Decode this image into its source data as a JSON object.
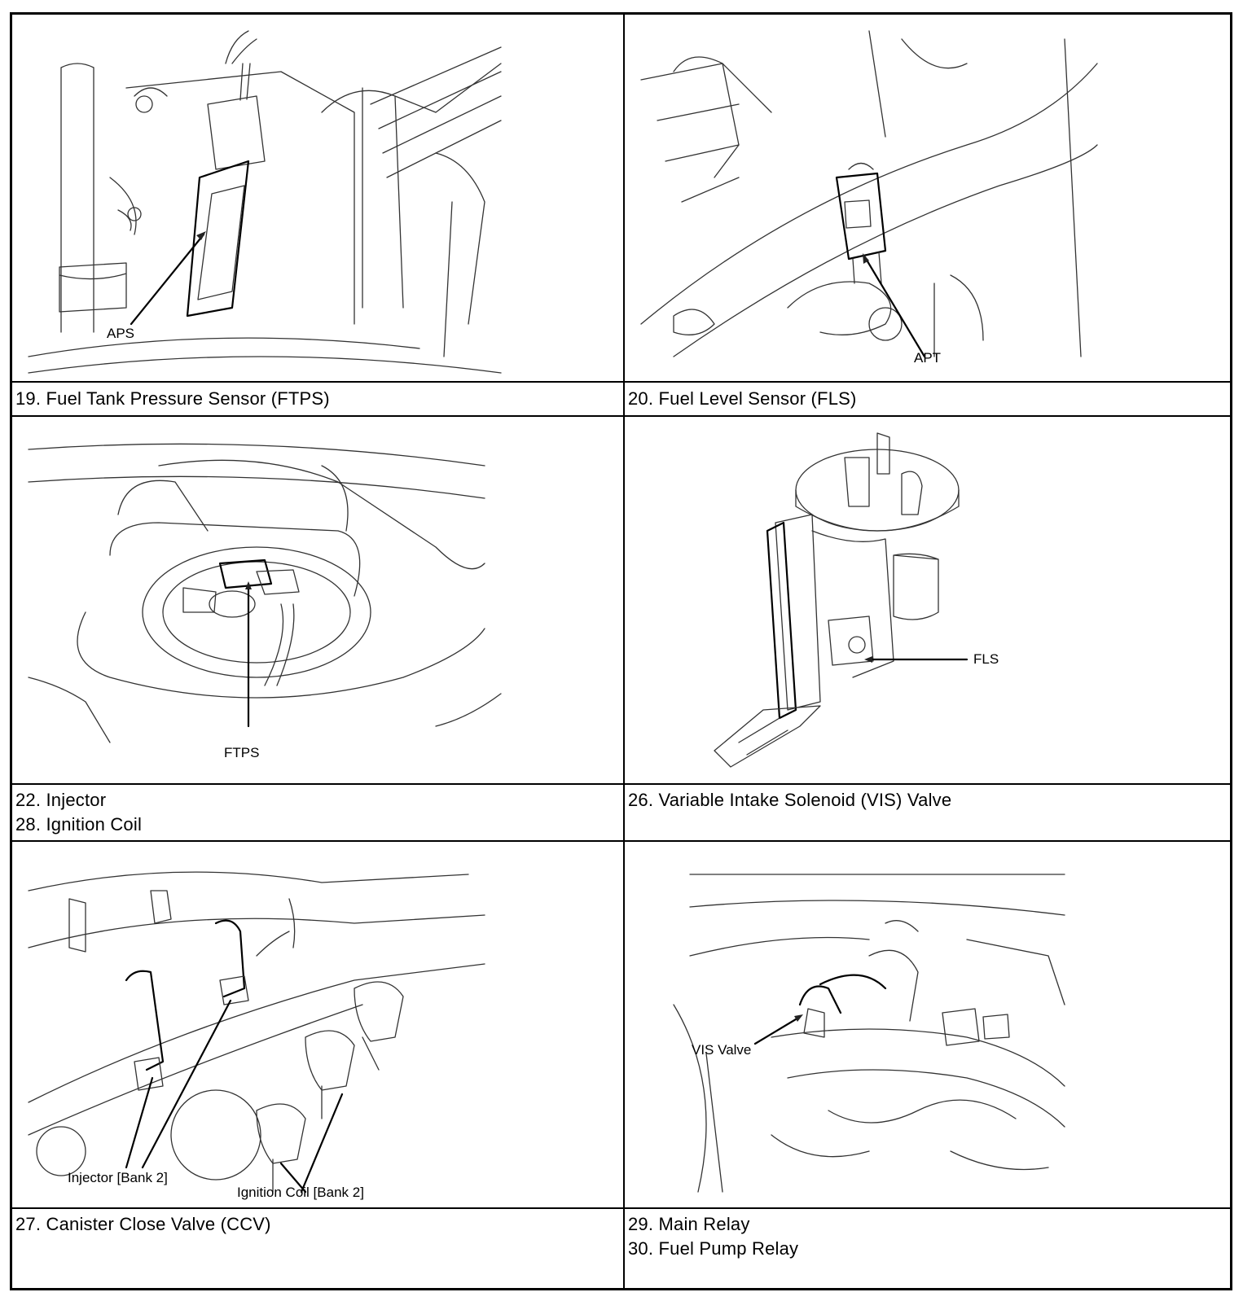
{
  "panels": [
    {
      "label": "APS",
      "caption": [
        "19. Fuel Tank Pressure Sensor (FTPS)"
      ]
    },
    {
      "label": "APT",
      "caption": [
        "20. Fuel Level Sensor (FLS)"
      ]
    },
    {
      "label": "FTPS",
      "caption": [
        "22. Injector",
        "28. Ignition Coil"
      ]
    },
    {
      "label": "FLS",
      "caption": [
        "26. Variable Intake Solenoid (VIS) Valve"
      ]
    },
    {
      "labels": [
        "Injector [Bank 2]",
        "Ignition Coil [Bank 2]"
      ],
      "caption": [
        "27. Canister Close Valve (CCV)"
      ]
    },
    {
      "label": "VIS Valve",
      "caption": [
        "29. Main Relay",
        "30. Fuel Pump Relay"
      ]
    }
  ]
}
